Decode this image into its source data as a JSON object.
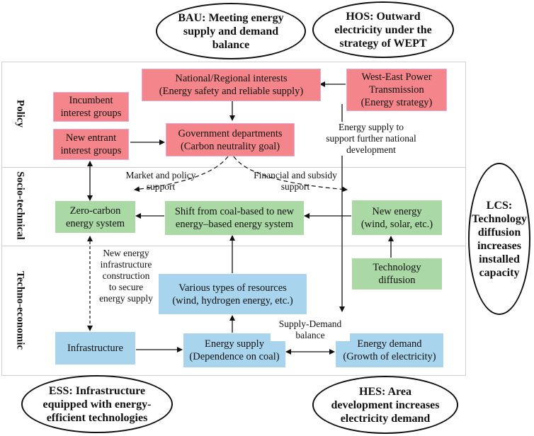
{
  "ellipses": {
    "bau": [
      "BAU: Meeting energy",
      "supply and demand",
      "balance"
    ],
    "hos": [
      "HOS: Outward",
      "electricity under the",
      "strategy of WEPT"
    ],
    "lcs": [
      "LCS:",
      "Technology",
      "diffusion",
      "increases",
      "installed",
      "capacity"
    ],
    "ess": [
      "ESS: Infrastructure",
      "equipped with energy-",
      "efficient technologies"
    ],
    "hes": [
      "HES:  Area",
      "development increases",
      "electricity demand"
    ]
  },
  "layers": {
    "policy": "Policy",
    "socio": "Socio-technical",
    "techno": "Techno-economic"
  },
  "boxes": {
    "national": [
      "National/Regional interests",
      "(Energy safety and reliable supply)"
    ],
    "wept": [
      "West-East Power",
      "Transmission",
      "(Energy strategy)"
    ],
    "incumbent": [
      "Incumbent",
      "interest groups"
    ],
    "new_entrant": [
      "New entrant",
      "interest groups"
    ],
    "government": [
      "Government departments",
      "(Carbon neutrality goal)"
    ],
    "zero_carbon": [
      "Zero-carbon",
      "energy system"
    ],
    "shift": [
      "Shift from coal-based to new",
      "energy–based energy system"
    ],
    "new_energy": [
      "New energy",
      "(wind, solar, etc.)"
    ],
    "tech_diffusion": [
      "Technology",
      "diffusion"
    ],
    "resources": [
      "Various types of resources",
      "(wind,  hydrogen energy, etc.)"
    ],
    "infrastructure": [
      "Infrastructure"
    ],
    "energy_supply": [
      "Energy supply",
      "(Dependence on coal)"
    ],
    "energy_demand": [
      "Energy demand",
      "(Growth of electricity)"
    ]
  },
  "notes": {
    "energy_supply_support": [
      "Energy supply to",
      "support further national",
      "development"
    ],
    "market_policy": [
      "Market and policy",
      "support"
    ],
    "financial_subsidy": [
      "Financial and subsidy",
      "support"
    ],
    "infra_construction": [
      "New energy",
      "infrastructure",
      "construction",
      "to secure",
      "energy supply"
    ],
    "supply_demand": [
      "Supply-Demand",
      "balance"
    ]
  },
  "colors": {
    "policy_box": "#f4858a",
    "socio_box": "#abd9a5",
    "techno_box": "#a9d4ee"
  }
}
